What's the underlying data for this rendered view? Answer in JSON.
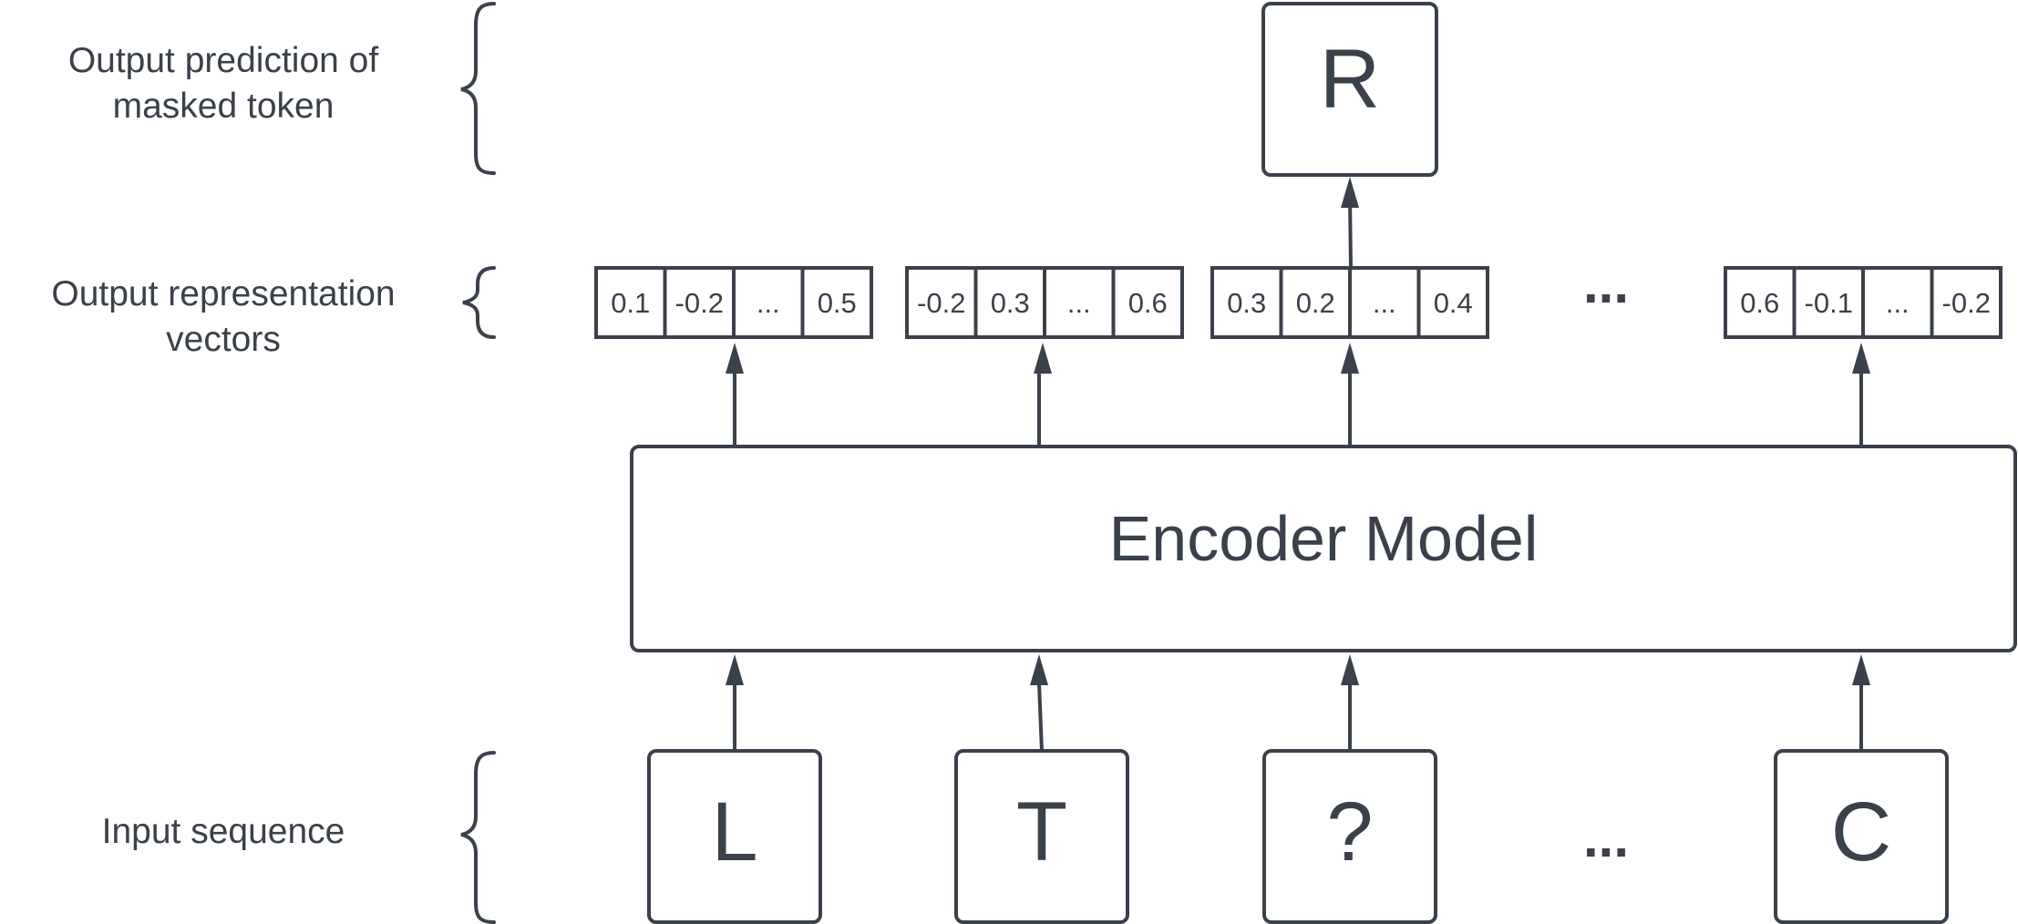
{
  "colors": {
    "stroke": "#3a414a",
    "background": "#ffffff"
  },
  "labels": {
    "output_prediction": [
      "Output prediction of",
      "masked token"
    ],
    "output_representation": [
      "Output representation",
      "vectors"
    ],
    "input_sequence": [
      "Input sequence"
    ]
  },
  "encoder": {
    "label": "Encoder Model"
  },
  "prediction": {
    "token": "R"
  },
  "vectors": [
    {
      "values": [
        "0.1",
        "-0.2",
        "...",
        "0.5"
      ]
    },
    {
      "values": [
        "-0.2",
        "0.3",
        "...",
        "0.6"
      ]
    },
    {
      "values": [
        "0.3",
        "0.2",
        "...",
        "0.4"
      ]
    },
    {
      "values": [
        "0.6",
        "-0.1",
        "...",
        "-0.2"
      ]
    }
  ],
  "vectors_ellipsis": "...",
  "inputs": [
    {
      "token": "L"
    },
    {
      "token": "T"
    },
    {
      "token": "?"
    },
    {
      "token": "C"
    }
  ],
  "inputs_ellipsis": "..."
}
